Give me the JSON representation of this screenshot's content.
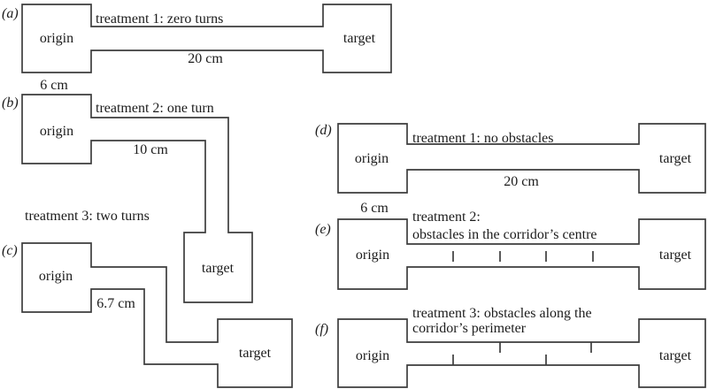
{
  "figure": {
    "background_color": "#ffffff",
    "line_color": "#3d3d3d",
    "text_color": "#1c1c1c"
  },
  "panels": {
    "a": {
      "label": "(a)",
      "treatment": "treatment 1: zero turns",
      "origin": "origin",
      "target": "target",
      "corridor_length": "20 cm",
      "box_width": "6 cm"
    },
    "b": {
      "label": "(b)",
      "treatment": "treatment 2: one turn",
      "origin": "origin",
      "target": "target",
      "corridor_length": "10 cm"
    },
    "c": {
      "label": "(c)",
      "treatment": "treatment 3: two turns",
      "origin": "origin",
      "target": "target",
      "corridor_length": "6.7 cm"
    },
    "d": {
      "label": "(d)",
      "treatment": "treatment 1: no obstacles",
      "origin": "origin",
      "target": "target",
      "corridor_length": "20 cm",
      "box_width": "6 cm"
    },
    "e": {
      "label": "(e)",
      "treatment_line1": "treatment 2:",
      "treatment_line2": "obstacles in the corridor’s centre",
      "origin": "origin",
      "target": "target"
    },
    "f": {
      "label": "(f)",
      "treatment_line1": "treatment 3: obstacles along the",
      "treatment_line2": "corridor’s perimeter",
      "origin": "origin",
      "target": "target"
    }
  }
}
